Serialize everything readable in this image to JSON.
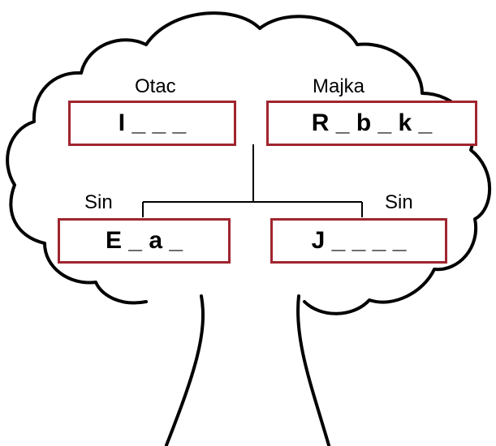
{
  "tree": {
    "members": {
      "father": {
        "role": "Otac",
        "name": "I _ _ _"
      },
      "mother": {
        "role": "Majka",
        "name": "R _ b _ k _"
      },
      "son1": {
        "role": "Sin",
        "name": "E _ a _"
      },
      "son2": {
        "role": "Sin",
        "name": "J _ _ _ _"
      }
    }
  },
  "colors": {
    "box_border": "#a0252f",
    "outline": "#000000",
    "background": "#ffffff"
  }
}
